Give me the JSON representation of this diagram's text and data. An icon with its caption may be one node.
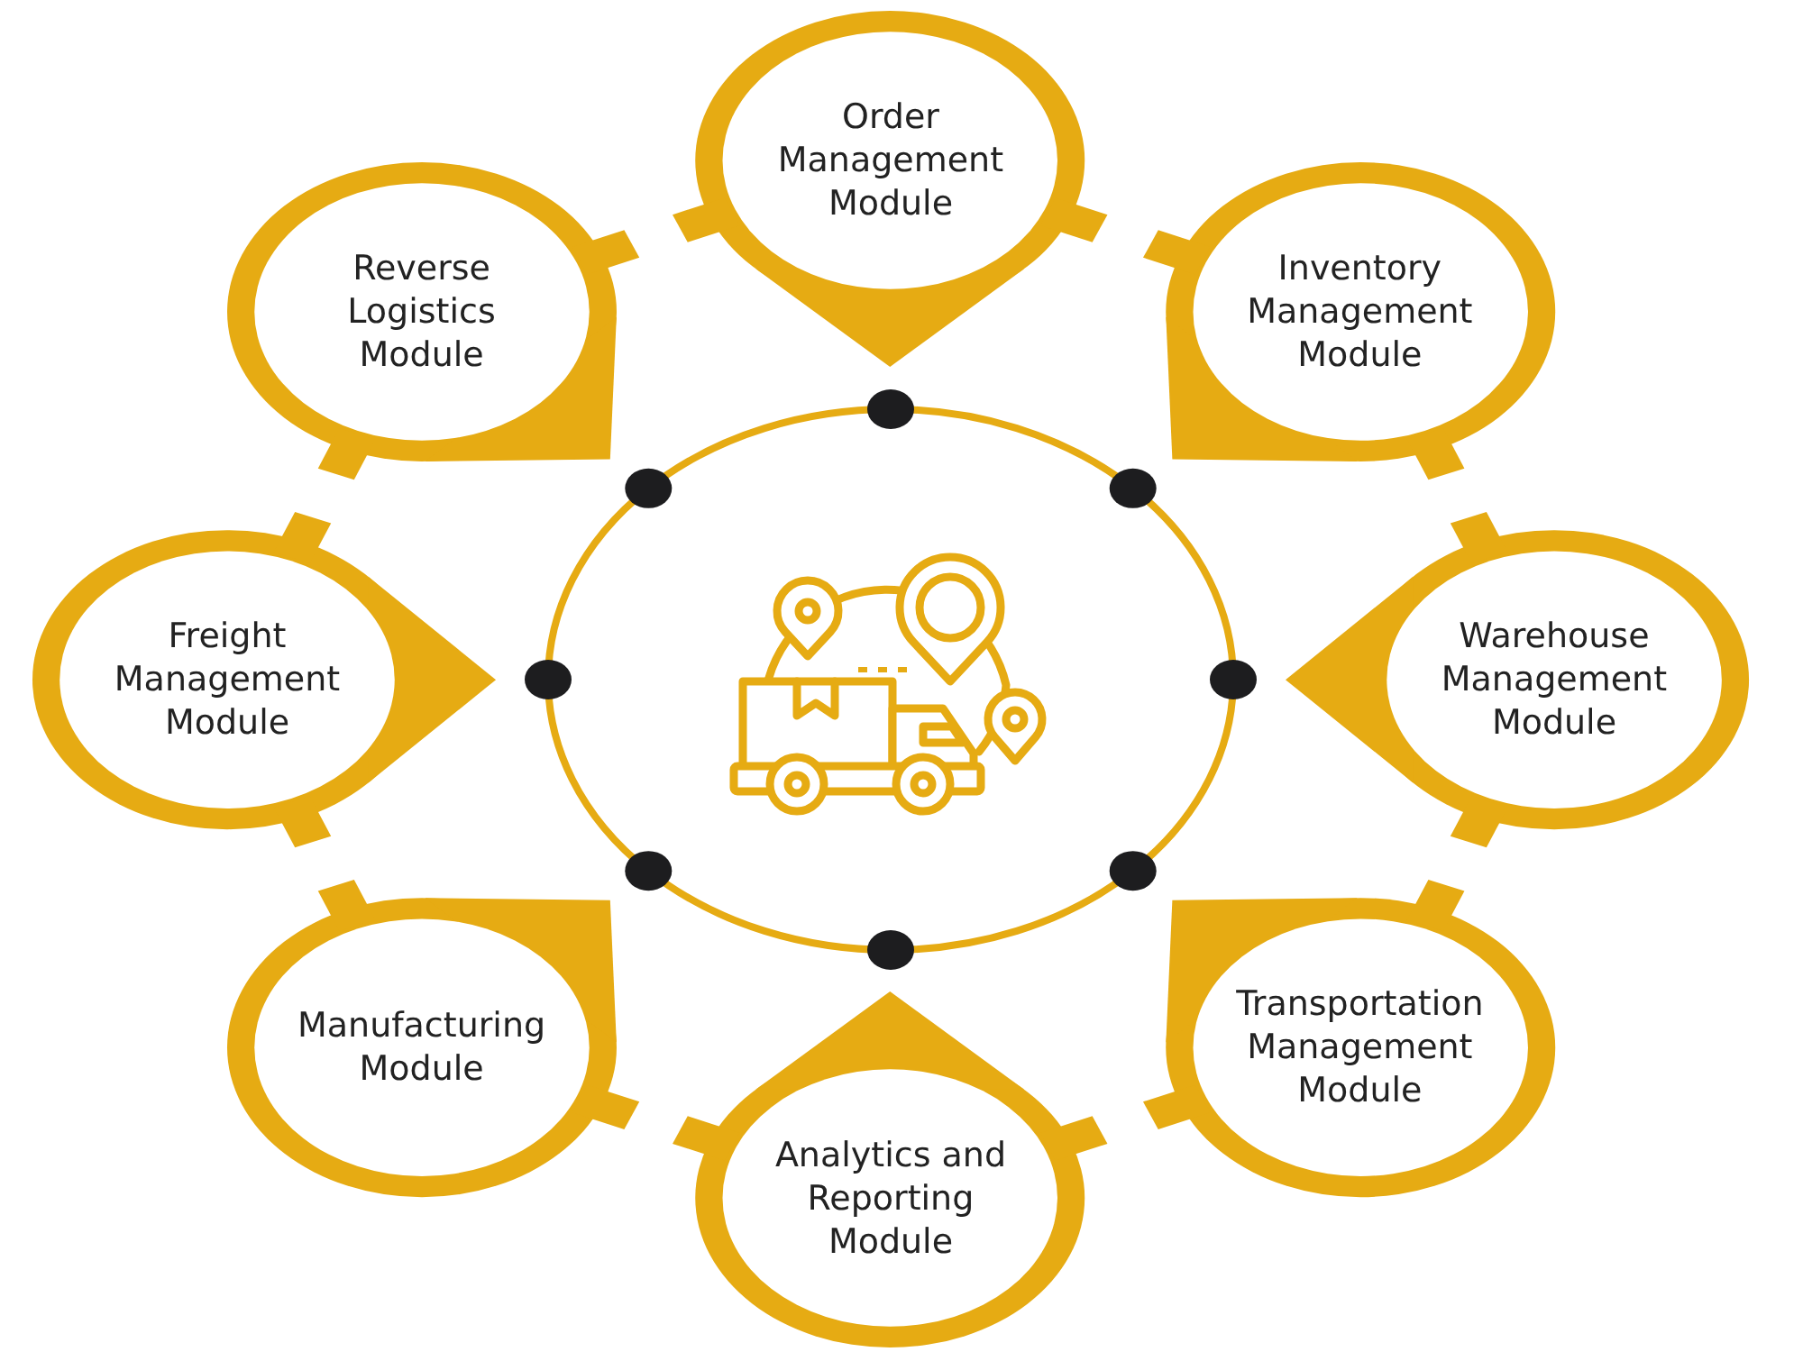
{
  "diagram": {
    "nodes": [
      {
        "text": [
          "Order Management Module"
        ]
      },
      {
        "text": [
          "Inventory Management Module"
        ]
      },
      {
        "text": [
          "Warehouse Management Module"
        ]
      },
      {
        "text": [
          "Transportation Management Module"
        ]
      },
      {
        "text": [
          "Analytics and Reporting Module"
        ]
      },
      {
        "text": [
          "Manufacturing Module"
        ]
      },
      {
        "text": [
          "Freight Management Module"
        ]
      },
      {
        "text": [
          "Reverse Logistics Module"
        ]
      },
      {
        "text": [],
        "shape": "circle"
      }
    ]
  }
}
